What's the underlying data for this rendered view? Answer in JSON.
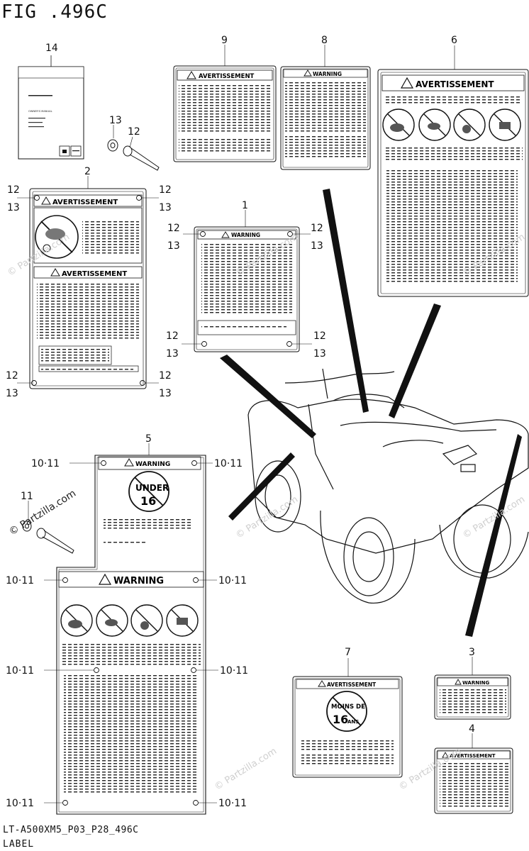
{
  "figure_title": "FIG .496C",
  "footer_code": "LT-A500XM5_P03_P28_496C",
  "footer_name": "LABEL",
  "watermark": "© Partzilla.com",
  "callouts": {
    "c1": "1",
    "c2": "2",
    "c3": "3",
    "c4": "4",
    "c5": "5",
    "c6": "6",
    "c7": "7",
    "c8": "8",
    "c9": "9",
    "c14": "14",
    "rivet": "12",
    "washer": "13",
    "pair_rivet": "10·11",
    "small_rivet": "11"
  },
  "labels": {
    "warning": "WARNING",
    "avertissement": "AVERTISSEMENT",
    "owners_manual": "OWNER'S MANUAL",
    "under": "UNDER",
    "age16": "16",
    "moins_de": "MOINS DE",
    "ans": "ANS"
  }
}
